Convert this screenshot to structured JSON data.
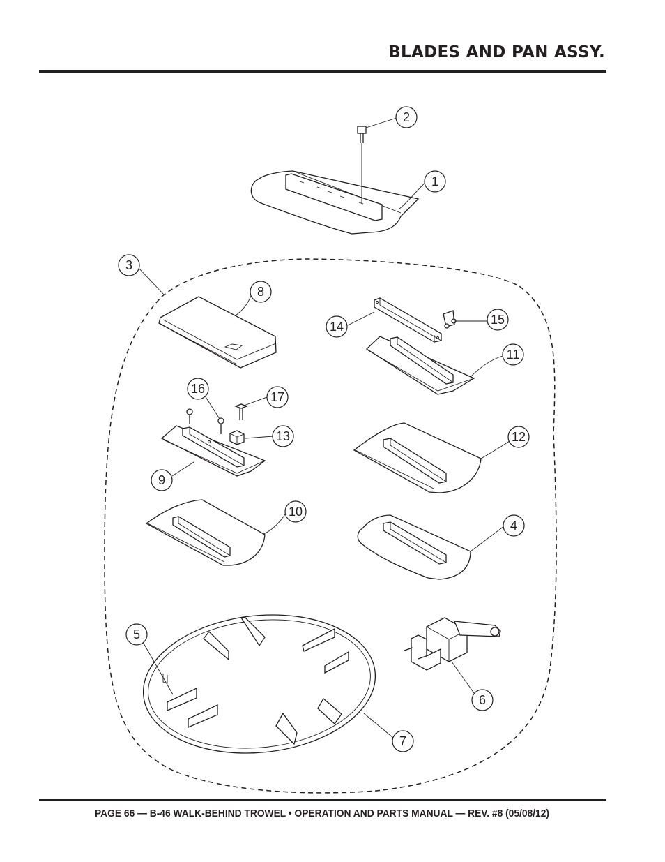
{
  "header": {
    "title": "BLADES AND PAN ASSY."
  },
  "footer": {
    "text": "PAGE 66 — B-46 WALK-BEHIND TROWEL • OPERATION AND PARTS MANUAL — REV. #8 (05/08/12)"
  },
  "callouts": [
    "1",
    "2",
    "3",
    "4",
    "5",
    "6",
    "7",
    "8",
    "9",
    "10",
    "11",
    "12",
    "13",
    "14",
    "15",
    "16",
    "17"
  ],
  "colors": {
    "ink": "#231f20",
    "paper": "#ffffff"
  }
}
